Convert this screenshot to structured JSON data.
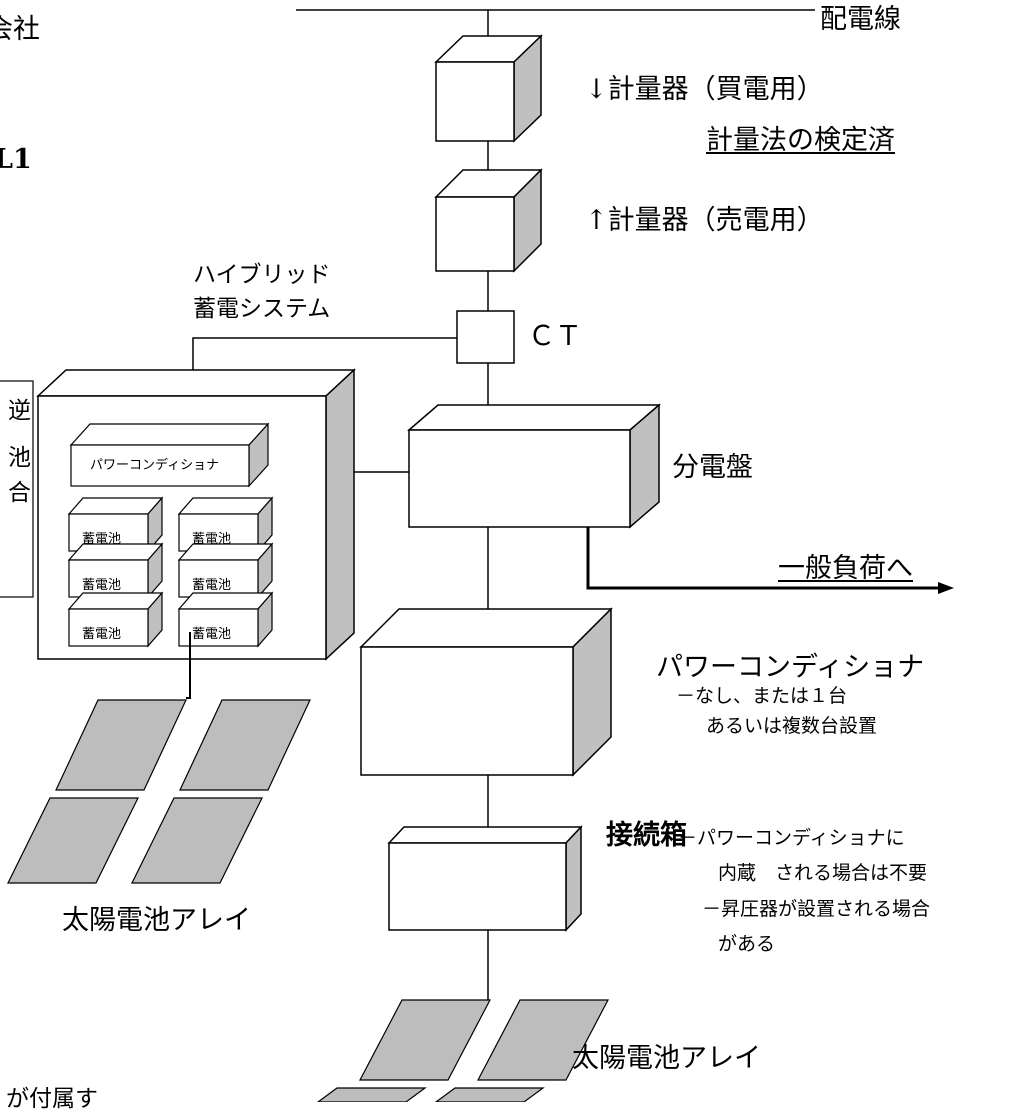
{
  "labels": {
    "distribution_line": "配電線",
    "meter_buy": "↓計量器（買電用）",
    "certified": "計量法の検定済",
    "meter_sell": "↑計量器（売電用）",
    "hybrid_line1": "ハイブリッド",
    "hybrid_line2": "蓄電システム",
    "ct": "ＣＴ",
    "distribution_board": "分電盤",
    "general_load": "一般負荷へ",
    "power_conditioner": "パワーコンディショナ",
    "pc_note_line1": "－なし、または１台",
    "pc_note_line2": "あるいは複数台設置",
    "junction_box": "接続箱",
    "jb_note_line1": "－パワーコンディショナに",
    "jb_note_line2": "内蔵　される場合は不要",
    "jb_note_line3": "－昇圧器が設置される場合",
    "jb_note_line4": "がある",
    "pv_array_left": "太陽電池アレイ",
    "pv_array_bottom": "太陽電池アレイ",
    "inner_pc": "パワーコンディショナ",
    "battery": "蓄電池"
  },
  "cropped": {
    "company": "会社",
    "l1": "L1",
    "side_chars": [
      "逆",
      "池",
      "合"
    ],
    "bottom_left": "が付属す"
  },
  "colors": {
    "line": "#000000",
    "box_face": "#ffffff",
    "box_side": "#c0c0c0",
    "panel": "#bdbdbd"
  }
}
